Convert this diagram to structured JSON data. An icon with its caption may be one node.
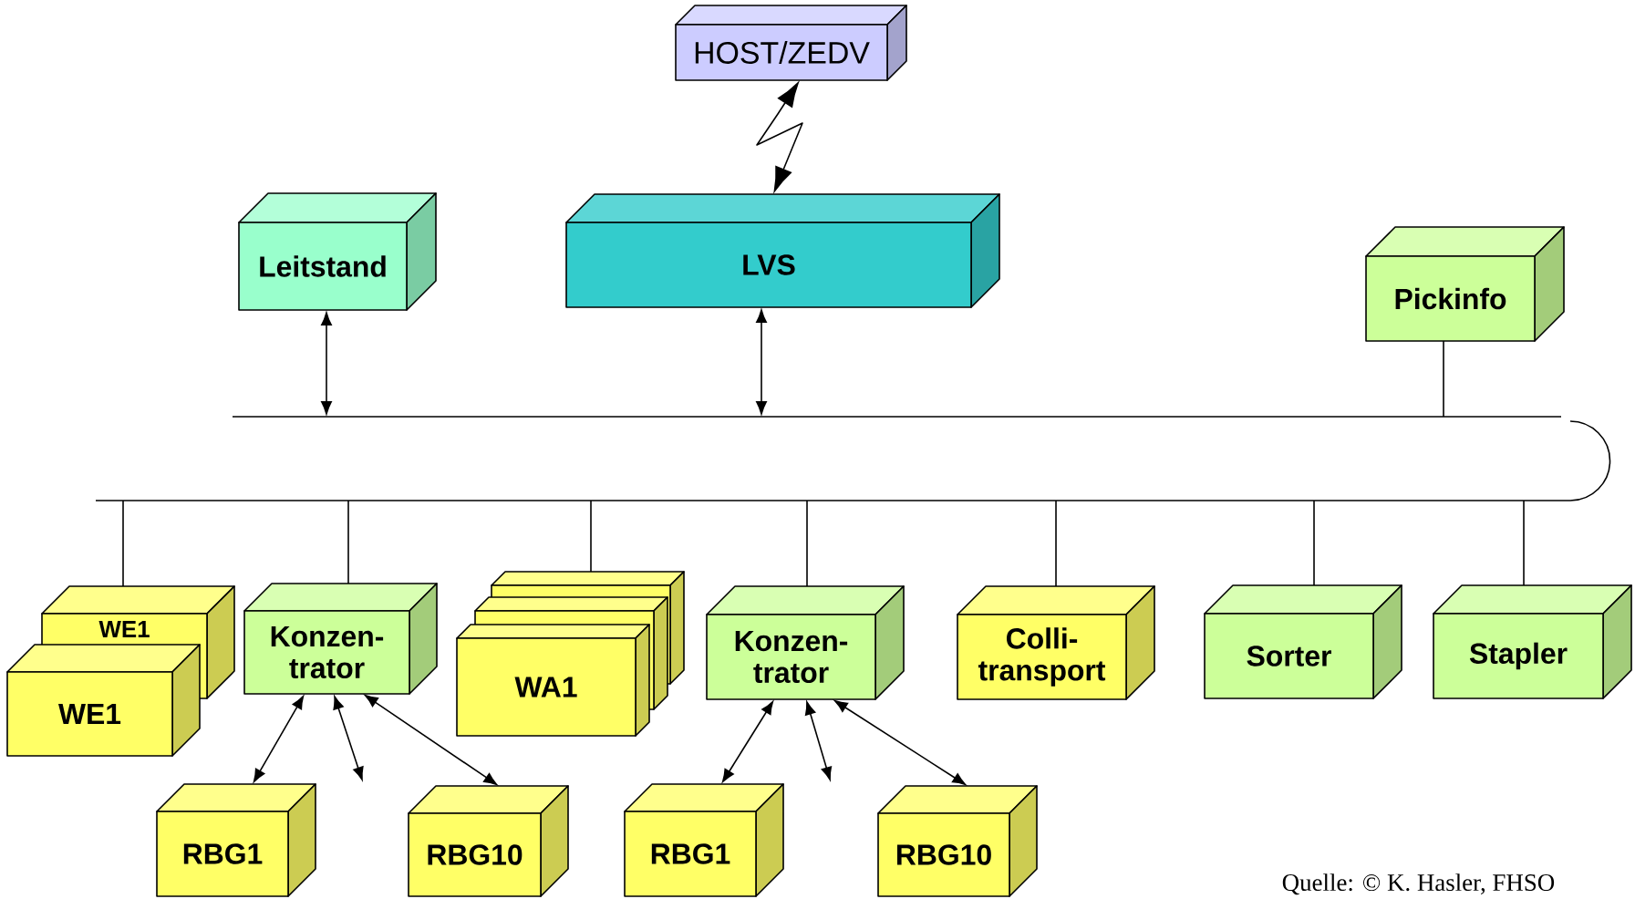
{
  "diagram": {
    "nodes": [
      {
        "text": [
          "HOST/ZEDV"
        ]
      },
      {
        "text": [
          "Leitstand"
        ]
      },
      {
        "text": [
          "LVS"
        ]
      },
      {
        "text": [
          "Pickinfo"
        ]
      },
      {
        "text": [],
        "shape": "line"
      },
      {
        "text": [
          "WE1"
        ]
      },
      {
        "text": [
          "WE1"
        ]
      },
      {
        "text": [
          "Konzen- trator"
        ]
      },
      {
        "text": [],
        "shape": "box"
      },
      {
        "text": [],
        "shape": "box"
      },
      {
        "text": [
          "WA1"
        ]
      },
      {
        "text": [
          "Konzen- trator"
        ]
      },
      {
        "text": [
          "Colli- transport"
        ]
      },
      {
        "text": [
          "Sorter"
        ]
      },
      {
        "text": [
          "Stapler"
        ]
      },
      {
        "text": [
          "RBG1"
        ]
      },
      {
        "text": [
          "RBG10"
        ]
      },
      {
        "text": [
          "RBG1"
        ]
      },
      {
        "text": [
          "RBG10"
        ]
      }
    ],
    "edges": [
      {
        "from": 0,
        "to": 2,
        "arrow": "both"
      },
      {
        "from": 1,
        "to": 4,
        "arrow": "both"
      },
      {
        "from": 2,
        "to": 4,
        "arrow": "both"
      },
      {
        "from": 3,
        "to": 4,
        "arrow": "none"
      },
      {
        "from": 4,
        "to": 5,
        "arrow": "none"
      },
      {
        "from": 4,
        "to": 7,
        "arrow": "none"
      },
      {
        "from": 4,
        "to": 8,
        "arrow": "none"
      },
      {
        "from": 4,
        "to": 11,
        "arrow": "none"
      },
      {
        "from": 4,
        "to": 12,
        "arrow": "none"
      },
      {
        "from": 4,
        "to": 13,
        "arrow": "none"
      },
      {
        "from": 4,
        "to": 14,
        "arrow": "none"
      },
      {
        "from": 7,
        "to": 15,
        "arrow": "both"
      },
      {
        "from": 7,
        "to": null,
        "arrow": "both"
      },
      {
        "from": 7,
        "to": 16,
        "arrow": "both"
      },
      {
        "from": 11,
        "to": 17,
        "arrow": "both"
      },
      {
        "from": 11,
        "to": null,
        "arrow": "both"
      },
      {
        "from": 11,
        "to": 18,
        "arrow": "both"
      }
    ],
    "labels": [
      "Quelle: © K. Hasler, FHSO"
    ]
  }
}
